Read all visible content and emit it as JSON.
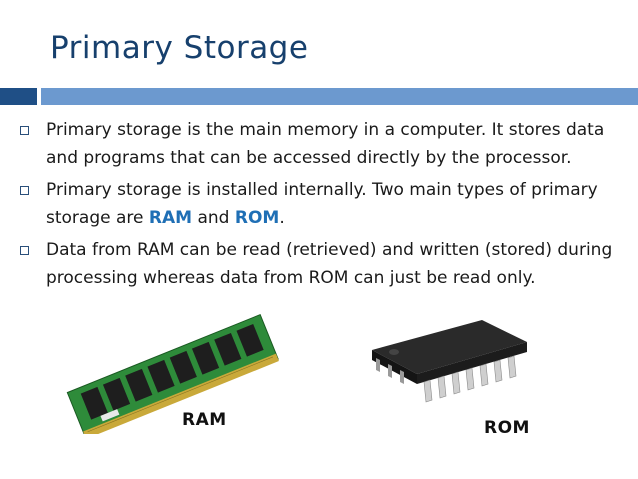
{
  "slide": {
    "title": "Primary Storage",
    "bullets": [
      {
        "text": "Primary storage is the main memory in a computer. It stores data and programs that can be accessed directly by the processor."
      },
      {
        "pre": "Primary storage is installed internally. Two main types of primary storage are ",
        "ram": "RAM",
        "mid": " and ",
        "rom": "ROM",
        "post": "."
      },
      {
        "text": "Data from RAM can be read (retrieved) and written (stored) during processing whereas data from ROM can just be read only."
      }
    ],
    "images": {
      "ram_label": "RAM",
      "rom_label": "ROM"
    }
  },
  "colors": {
    "title": "#17406d",
    "bar_dark": "#1f4f86",
    "bar_light": "#6c99cf",
    "highlight": "#1f6fb5"
  }
}
